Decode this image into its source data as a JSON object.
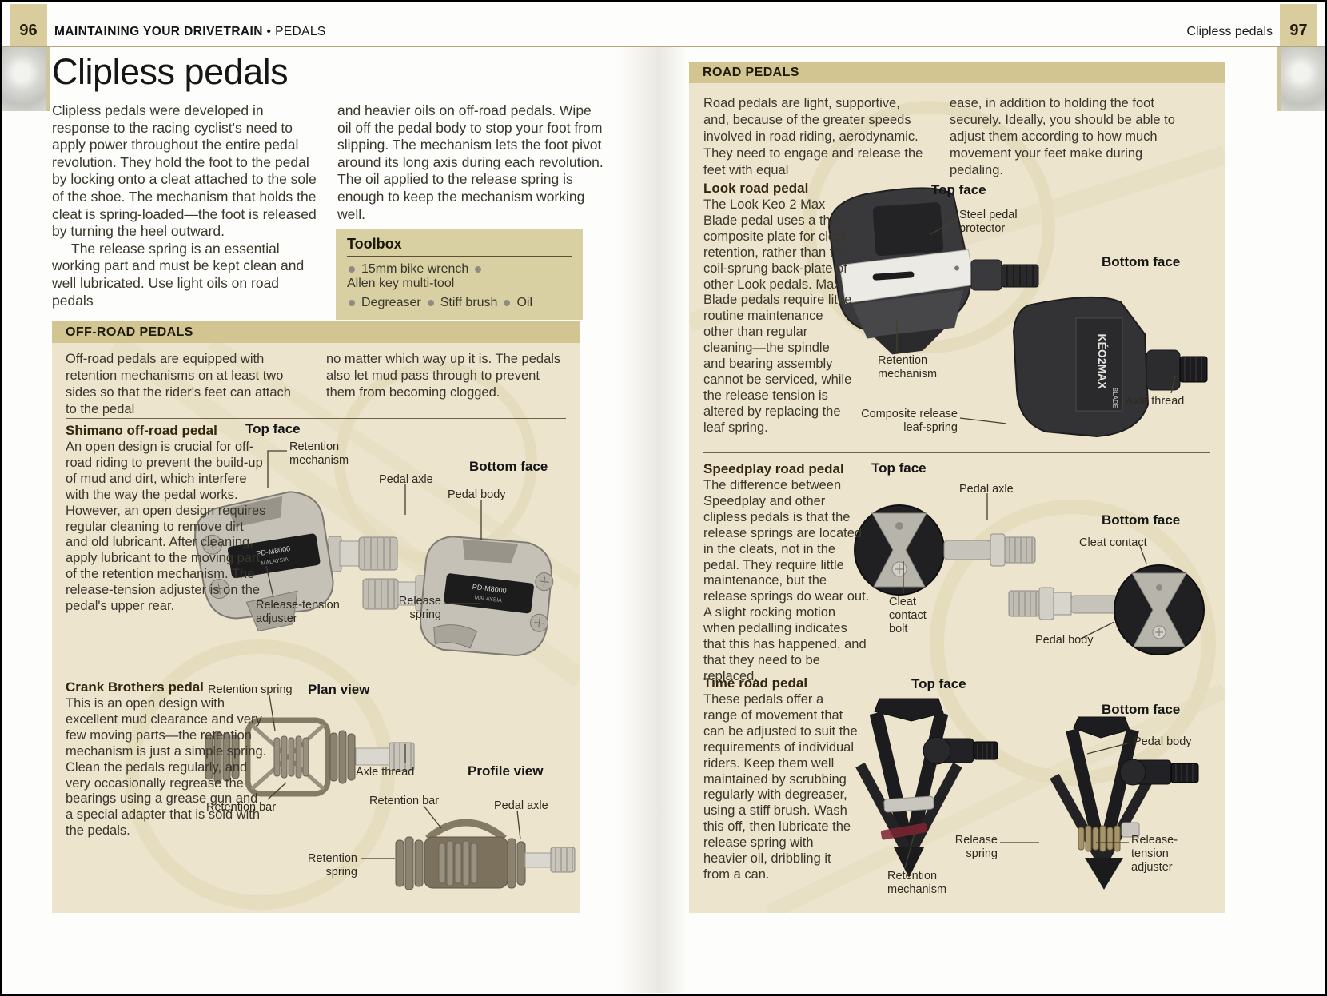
{
  "header": {
    "left_page_number": "96",
    "left_title_main": "MAINTAINING YOUR DRIVETRAIN",
    "left_title_sub": "• PEDALS",
    "right_title": "Clipless pedals",
    "right_page_number": "97"
  },
  "left_page": {
    "title": "Clipless pedals",
    "intro_para1": "Clipless pedals were developed in response to the racing cyclist's need to apply power throughout the entire pedal revolution. They hold the foot to the pedal by locking onto a cleat attached to the sole of the shoe. The mechanism that holds the cleat is spring-loaded—the foot is released by turning the heel outward.",
    "intro_para2": "The release spring is an essential working part and must be kept clean and well lubricated. Use light oils on road pedals",
    "intro_col2": "and heavier oils on off-road pedals. Wipe oil off the pedal body to stop your foot from slipping. The mechanism lets the foot pivot around its long axis during each revolution. The oil applied to the release spring is enough to keep the mechanism working well.",
    "toolbox": {
      "title": "Toolbox",
      "item1": "15mm bike wrench",
      "item2": "Allen key multi-tool",
      "item3": "Degreaser",
      "item4": "Stiff brush",
      "item5": "Oil"
    }
  },
  "offroad": {
    "header": "OFF-ROAD PEDALS",
    "intro_col1": "Off-road pedals are equipped with retention mechanisms on at least two sides so that the rider's feet can attach to the pedal",
    "intro_col2": "no matter which way up it is. The pedals also let mud pass through to prevent them from becoming clogged.",
    "shimano": {
      "heading": "Shimano off-road pedal",
      "body": "An open design is crucial for off-road riding to prevent the build-up of mud and dirt, which interfere with the way the pedal works. However, an open design requires regular cleaning to remove dirt and old lubricant. After cleaning, apply lubricant to the moving part of the retention mechanism. The release-tension adjuster is on the pedal's upper rear.",
      "marking": "PD-M8000",
      "marking2": "MALAYSIA",
      "labels": {
        "top_face": "Top face",
        "retention_mechanism": "Retention mechanism",
        "pedal_axle": "Pedal axle",
        "bottom_face": "Bottom face",
        "pedal_body": "Pedal body",
        "release_tension_adjuster": "Release-tension adjuster",
        "release_spring": "Release spring"
      }
    },
    "crank": {
      "heading": "Crank Brothers pedal",
      "body": "This is an open design with excellent mud clearance and very few moving parts—the retention mechanism is just a simple spring. Clean the pedals regularly, and very occasionally regrease the bearings using a grease gun and a special adapter that is sold with the pedals.",
      "labels": {
        "retention_spring_plan": "Retention spring",
        "plan_view": "Plan view",
        "axle_thread": "Axle thread",
        "retention_bar_plan": "Retention bar",
        "profile_view": "Profile view",
        "retention_bar_profile": "Retention bar",
        "pedal_axle": "Pedal axle",
        "retention_spring_profile": "Retention spring"
      }
    }
  },
  "road": {
    "header": "ROAD PEDALS",
    "intro_col1": "Road pedals are light, supportive, and, because of the greater speeds involved in road riding, aerodynamic. They need to engage and release the feet with equal",
    "intro_col2": "ease, in addition to holding the foot securely. Ideally, you should be able to adjust them according to how much movement your feet make during pedaling.",
    "look": {
      "heading": "Look road pedal",
      "body": "The Look Keo 2 Max Blade pedal uses a thin composite plate for cleat retention, rather than the coil-sprung back-plate of other Look pedals. Max Blade pedals require little routine maintenance other than regular cleaning—the spindle and bearing assembly cannot be serviced, while the release tension is altered by replacing the leaf spring.",
      "marking": "KÉO2MAX",
      "marking_tag": "BLADE",
      "labels": {
        "top_face": "Top face",
        "steel_pedal_protector": "Steel pedal protector",
        "bottom_face": "Bottom face",
        "retention_mechanism": "Retention mechanism",
        "composite_release": "Composite release leaf-spring",
        "axle_thread": "Axle thread"
      }
    },
    "speedplay": {
      "heading": "Speedplay road pedal",
      "body": "The difference between Speedplay and other clipless pedals is that the release springs are located in the cleats, not in the pedal. They require little maintenance, but the release springs do wear out. A slight rocking motion when pedalling indicates that this has happened, and that they need to be replaced.",
      "labels": {
        "top_face": "Top face",
        "pedal_axle": "Pedal axle",
        "bottom_face": "Bottom face",
        "cleat_contact": "Cleat contact",
        "cleat_contact_bolt": "Cleat contact bolt",
        "pedal_body": "Pedal body"
      }
    },
    "time": {
      "heading": "Time road pedal",
      "body": "These pedals offer a range of movement that can be adjusted to suit the requirements of individual riders. Keep them well maintained by scrubbing regularly with degreaser, using a stiff brush. Wash this off, then lubricate the release spring with heavier oil, dribbling it from a can.",
      "labels": {
        "top_face": "Top face",
        "bottom_face": "Bottom face",
        "pedal_body": "Pedal body",
        "release_spring": "Release spring",
        "release_tension_adjuster": "Release-tension adjuster",
        "retention_mechanism": "Retention mechanism"
      }
    }
  }
}
